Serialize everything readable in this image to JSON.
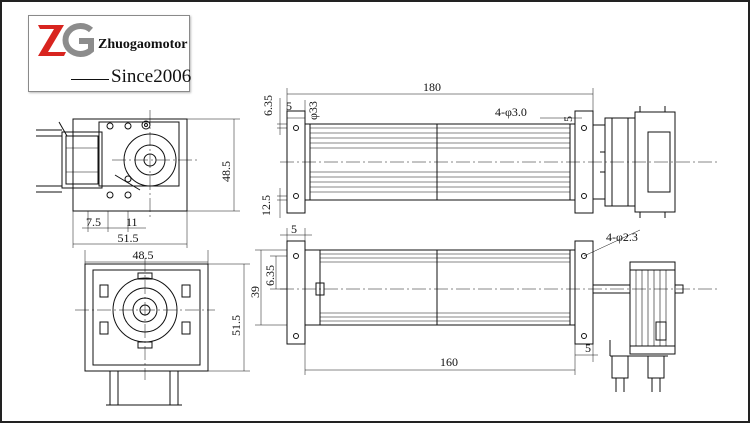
{
  "logo": {
    "monogram": "ZG",
    "brand": "Zhuogaomotor",
    "since": "Since2006",
    "colors": {
      "red": "#d8241f",
      "gray": "#8c8c8c",
      "dark": "#111111"
    }
  },
  "dimensions": {
    "top_length": "180",
    "top_offset": "6.35",
    "top_inset": "5",
    "top_diameter": "φ33",
    "top_holes": "4-φ3.0",
    "top_right_inset": "5",
    "top_bottom_offset": "12.5",
    "side_height": "48.5",
    "side_a": "7.5",
    "side_b": "11",
    "side_width": "51.5",
    "front_width": "48.5",
    "front_height": "51.5",
    "bottom_inset": "5",
    "bottom_offset": "6.35",
    "bottom_height": "39",
    "bottom_holes": "4-φ2.3",
    "bottom_length": "160",
    "bottom_right_inset": "5"
  }
}
